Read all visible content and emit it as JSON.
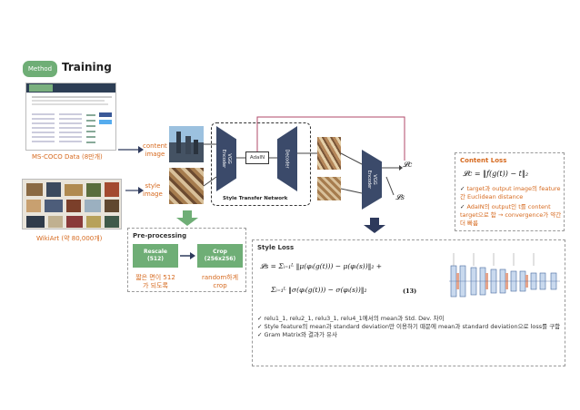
{
  "header": {
    "section_tag": "Method",
    "title": "Training"
  },
  "datasets": {
    "coco_caption": "MS-COCO Data (8만개)",
    "wikiart_caption": "WikiArt (약 80,000개)"
  },
  "network": {
    "content_label": "content\nimage",
    "style_label": "style\nimage",
    "vgg_encoder": "VGG\nEncoder",
    "adain": "AdaIN",
    "decoder": "Decoder",
    "vgg_encoder_right": "VGG\nEncoder",
    "stn_label": "Style Transfer Network",
    "loss_c": "𝓛c",
    "loss_s": "𝓛s"
  },
  "preprocessing": {
    "title": "Pre-processing",
    "rescale": "Rescale\n(512)",
    "crop": "Crop\n(256x256)",
    "rescale_note": "짧은 면이 512\n가 되도록",
    "crop_note": "random하게\ncrop"
  },
  "content_loss": {
    "title": "Content Loss",
    "formula": "𝓛c = ‖f(g(t)) − t‖₂",
    "bullets": [
      {
        "text": "target과 output image의 feature간 Euclidean distance",
        "color": "#d6691e"
      },
      {
        "text": "AdaIN의 output인 t를 content target으로 함 → convergence가 약간 더 빠름",
        "color": "#d6691e"
      }
    ]
  },
  "style_loss": {
    "title": "Style Loss",
    "formula_1": "𝓛s = Σᵢ₌₁ᴸ ‖μ(φᵢ(g(t))) − μ(φᵢ(s))‖₂ +",
    "formula_2": "Σᵢ₌₁ᴸ ‖σ(φᵢ(g(t))) − σ(φᵢ(s))‖₂",
    "eq_number": "(13)",
    "bullets": [
      "relu1_1, relu2_1, relu3_1, relu4_1에서의 mean과 Std. Dev. 차이",
      "Style feature의 mean과 standard deviation만 이용하기 때문에 mean과 standard deviation으로 loss를 구함",
      "Gram Matrix와 결과가 유사"
    ]
  },
  "colors": {
    "green": "#6fae76",
    "orange": "#d6691e",
    "navy": "#2e3a5c"
  }
}
